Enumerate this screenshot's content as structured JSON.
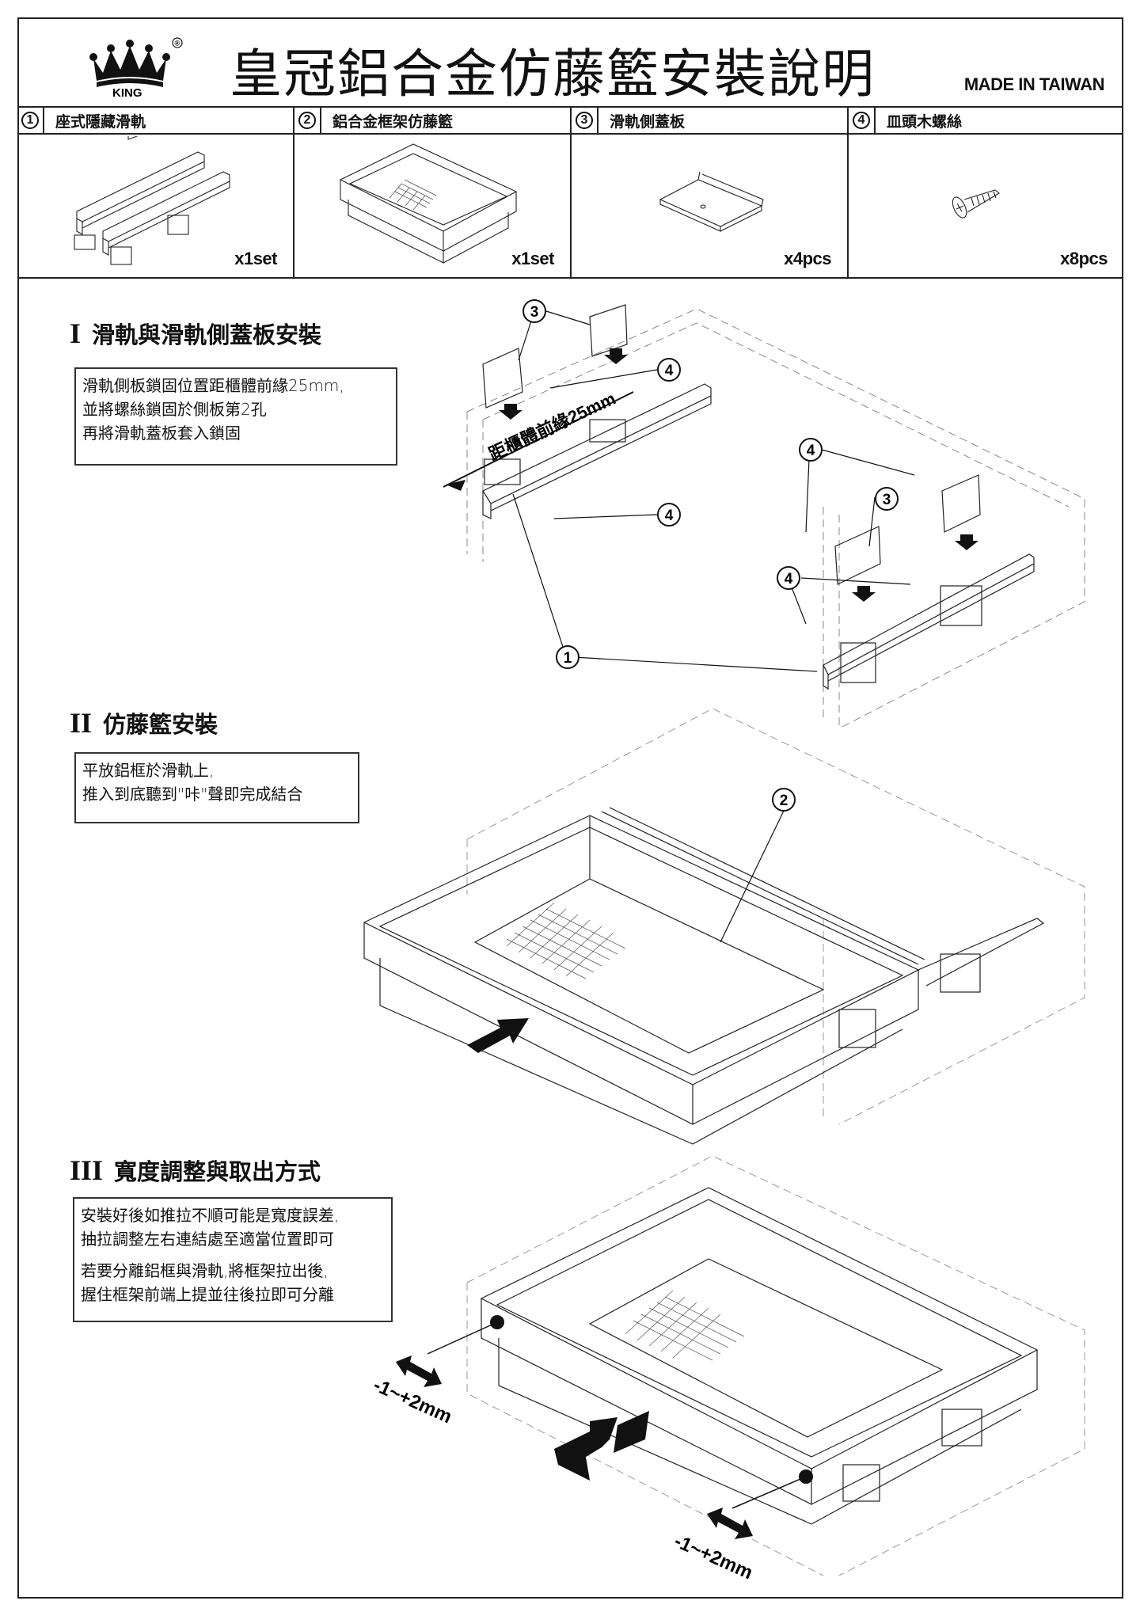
{
  "header": {
    "brand": "KING",
    "brand_mark": "®",
    "title": "皇冠鋁合金仿藤籃安裝說明",
    "made_in": "MADE IN TAIWAN"
  },
  "parts": [
    {
      "num": "1",
      "name": "座式隱藏滑軌",
      "qty": "x1set",
      "icon": "slide-rail-icon"
    },
    {
      "num": "2",
      "name": "鋁合金框架仿藤籃",
      "qty": "x1set",
      "icon": "basket-icon"
    },
    {
      "num": "3",
      "name": "滑軌側蓋板",
      "qty": "x4pcs",
      "icon": "side-cover-icon"
    },
    {
      "num": "4",
      "name": "皿頭木螺絲",
      "qty": "x8pcs",
      "icon": "screw-icon"
    }
  ],
  "sections": [
    {
      "roman": "I",
      "title": "滑軌與滑軌側蓋板安裝",
      "paragraphs": [
        [
          "滑軌側板鎖固位置距櫃體前緣25mm,",
          "並將螺絲鎖固於側板第2孔",
          "再將滑軌蓋板套入鎖固"
        ]
      ],
      "callouts": {
        "distance_label": "距櫃體前緣25mm",
        "labels": [
          "3",
          "4",
          "4",
          "1",
          "4",
          "3",
          "4"
        ]
      }
    },
    {
      "roman": "II",
      "title": "仿藤籃安裝",
      "paragraphs": [
        [
          "平放鋁框於滑軌上,",
          "推入到底聽到\"咔\"聲即完成結合"
        ]
      ],
      "callouts": {
        "labels": [
          "2"
        ]
      }
    },
    {
      "roman": "III",
      "title": "寬度調整與取出方式",
      "paragraphs": [
        [
          "安裝好後如推拉不順可能是寬度誤差,",
          "抽拉調整左右連結處至適當位置即可"
        ],
        [
          "若要分離鋁框與滑軌,將框架拉出後,",
          "握住框架前端上提並往後拉即可分離"
        ]
      ],
      "callouts": {
        "adjust_label": "-1~+2mm"
      }
    }
  ]
}
